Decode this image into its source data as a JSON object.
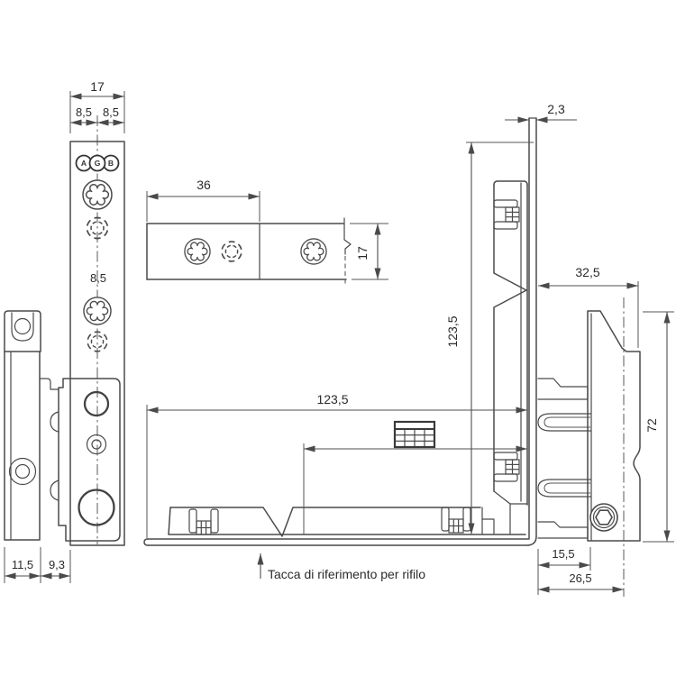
{
  "drawing": {
    "logo": {
      "letters": [
        "A",
        "G",
        "B"
      ]
    },
    "note_label": "Tacca di riferimento per rifilo",
    "dims": {
      "strip_width": "17",
      "strip_half_l": "8,5",
      "strip_half_r": "8,5",
      "hole_spacing": "8,5",
      "plate_length": "36",
      "plate_height": "17",
      "panel_thickness": "2,3",
      "vertical_length": "123,5",
      "horizontal_length": "123,5",
      "top_offset": "32,5",
      "edge_piece_height": "72",
      "arm_width": "11,5",
      "arm_gap": "9,3",
      "bottom_offset_inner": "15,5",
      "bottom_offset_outer": "26,5"
    },
    "colors": {
      "line": "#4a4a4a",
      "text": "#2b2b2b",
      "background": "#ffffff"
    }
  }
}
